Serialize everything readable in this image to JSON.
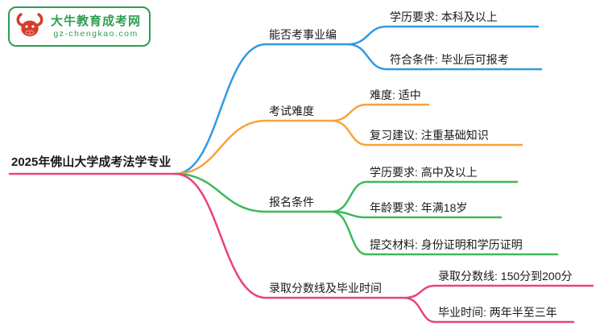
{
  "logo": {
    "title": "大牛教育成考网",
    "url": "gz-chengkao.com",
    "border_color": "#2e9e4f",
    "text_color": "#2e9e4f",
    "bull_color": "#d43d2a"
  },
  "colors": {
    "blue": "#2f9ae3",
    "orange": "#f7a43a",
    "green": "#3cb95b",
    "pink": "#e8437e"
  },
  "mindmap": {
    "root": {
      "label": "2025年佛山大学成考法学专业"
    },
    "branches": [
      {
        "label": "能否考事业编",
        "color": "blue",
        "children": [
          {
            "label": "学历要求: 本科及以上"
          },
          {
            "label": "符合条件: 毕业后可报考"
          }
        ]
      },
      {
        "label": "考试难度",
        "color": "orange",
        "children": [
          {
            "label": "难度: 适中"
          },
          {
            "label": "复习建议: 注重基础知识"
          }
        ]
      },
      {
        "label": "报名条件",
        "color": "green",
        "children": [
          {
            "label": "学历要求: 高中及以上"
          },
          {
            "label": "年龄要求: 年满18岁"
          },
          {
            "label": "提交材料: 身份证明和学历证明"
          }
        ]
      },
      {
        "label": "录取分数线及毕业时间",
        "color": "pink",
        "children": [
          {
            "label": "录取分数线: 150分到200分"
          },
          {
            "label": "毕业时间: 两年半至三年"
          }
        ]
      }
    ]
  }
}
